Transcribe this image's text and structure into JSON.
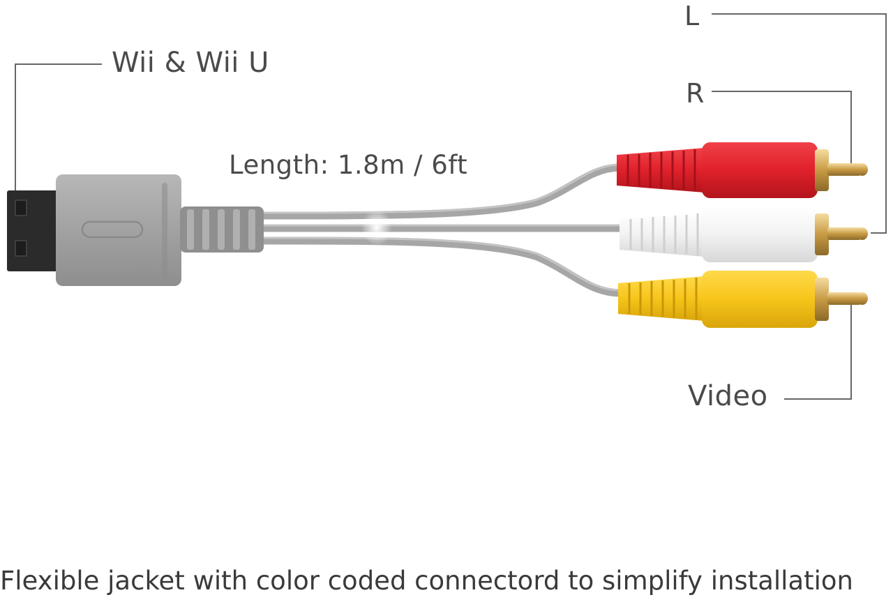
{
  "labels": {
    "console": "Wii & Wii U",
    "length": "Length: 1.8m / 6ft",
    "left_audio": "L",
    "right_audio": "R",
    "video": "Video",
    "caption": "Flexible jacket with color coded connectord to simplify installation"
  },
  "colors": {
    "cable": "#a9a9a9",
    "plug_body": "#9c9c9c",
    "plug_tip": "#2b2b2b",
    "red_plug": "#e0212b",
    "white_plug": "#f4f4f4",
    "yellow_plug": "#f7c51a",
    "gold_pin": "#d8b46a",
    "leader_line": "#666666"
  }
}
